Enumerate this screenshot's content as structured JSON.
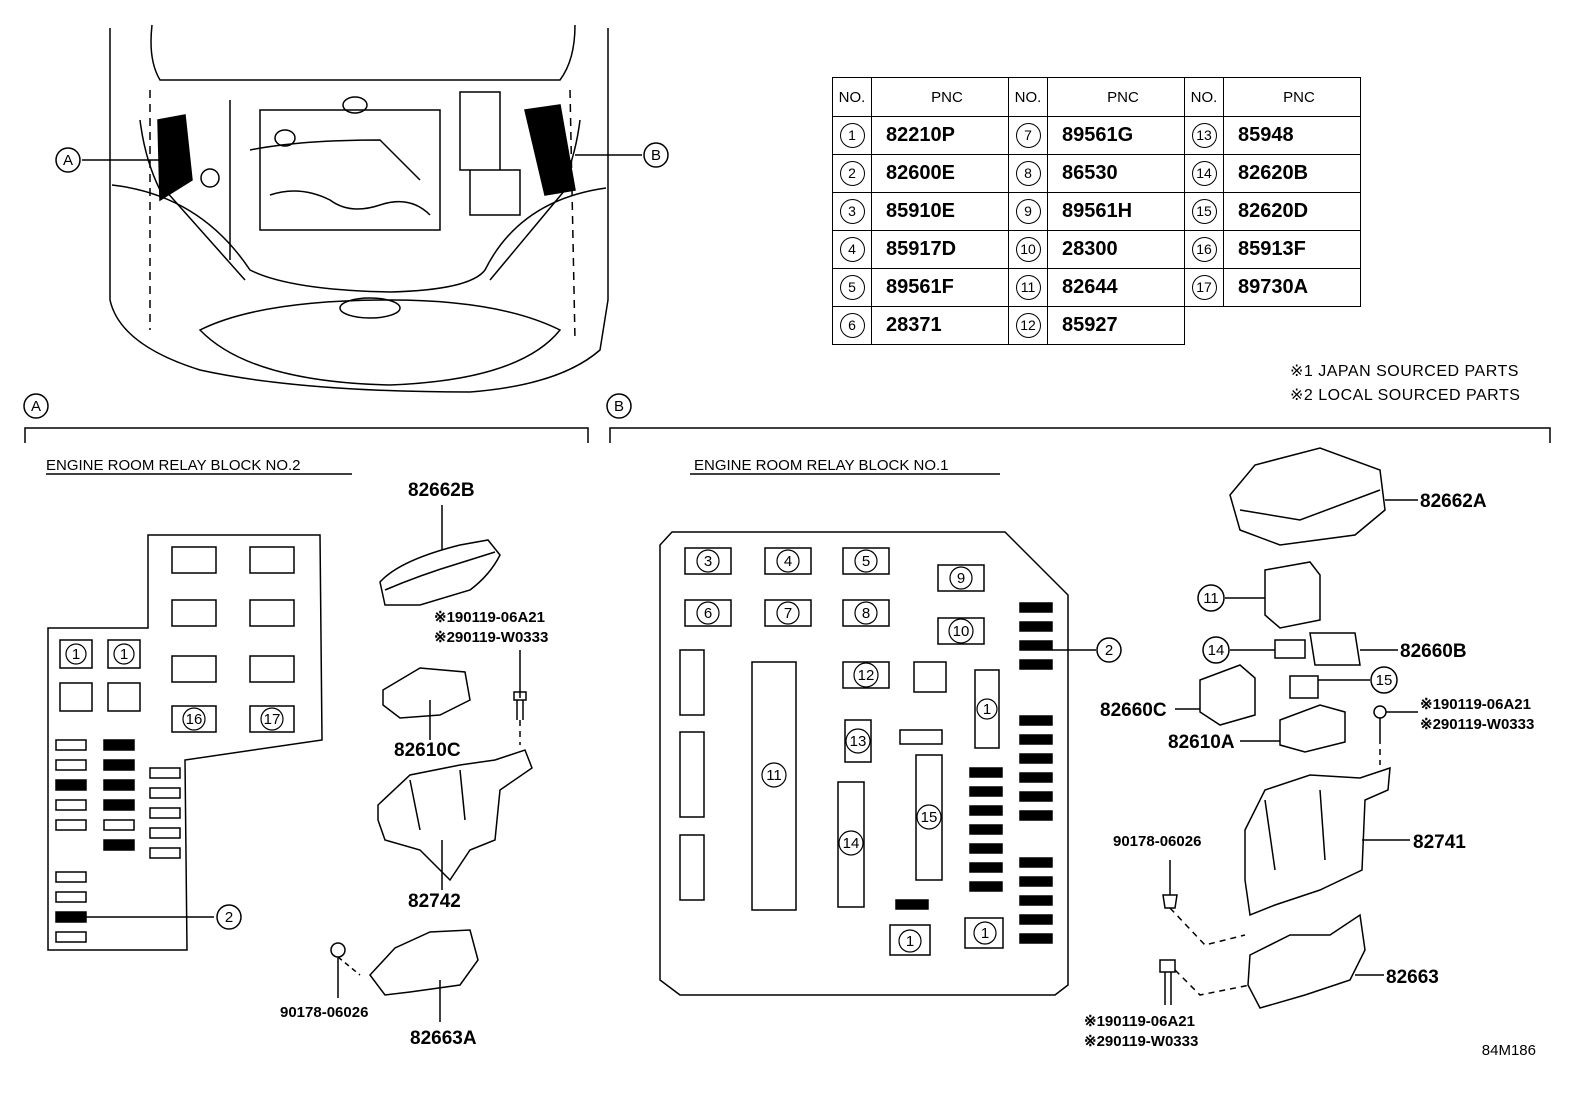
{
  "table": {
    "headers": [
      "NO.",
      "PNC",
      "NO.",
      "PNC",
      "NO.",
      "PNC"
    ],
    "rows": [
      [
        {
          "no": "1",
          "pnc": "82210P"
        },
        {
          "no": "7",
          "pnc": "89561G"
        },
        {
          "no": "13",
          "pnc": "85948"
        }
      ],
      [
        {
          "no": "2",
          "pnc": "82600E"
        },
        {
          "no": "8",
          "pnc": "86530"
        },
        {
          "no": "14",
          "pnc": "82620B"
        }
      ],
      [
        {
          "no": "3",
          "pnc": "85910E"
        },
        {
          "no": "9",
          "pnc": "89561H"
        },
        {
          "no": "15",
          "pnc": "82620D"
        }
      ],
      [
        {
          "no": "4",
          "pnc": "85917D"
        },
        {
          "no": "10",
          "pnc": "28300"
        },
        {
          "no": "16",
          "pnc": "85913F"
        }
      ],
      [
        {
          "no": "5",
          "pnc": "89561F"
        },
        {
          "no": "11",
          "pnc": "82644"
        },
        {
          "no": "17",
          "pnc": "89730A"
        }
      ],
      [
        {
          "no": "6",
          "pnc": "28371"
        },
        {
          "no": "12",
          "pnc": "85927"
        }
      ]
    ]
  },
  "notes": [
    "※1 JAPAN SOURCED PARTS",
    "※2 LOCAL SOURCED PARTS"
  ],
  "callouts": {
    "a": "A",
    "b": "B"
  },
  "sections": {
    "left_title": "ENGINE ROOM RELAY BLOCK NO.2",
    "right_title": "ENGINE ROOM RELAY BLOCK NO.1"
  },
  "parts": {
    "p82662B": "82662B",
    "p82610C": "82610C",
    "p82742": "82742",
    "p82663A": "82663A",
    "p90178_left": "90178-06026",
    "bolt_left_1": "※190119-06A21",
    "bolt_left_2": "※290119-W0333",
    "p82662A": "82662A",
    "p82660B": "82660B",
    "p82660C": "82660C",
    "p82610A": "82610A",
    "bolt_right_1": "※190119-06A21",
    "bolt_right_2": "※290119-W0333",
    "p82741": "82741",
    "p90178_right": "90178-06026",
    "p82663": "82663",
    "bolt_bottom_1": "※190119-06A21",
    "bolt_bottom_2": "※290119-W0333"
  },
  "circle_labels": {
    "left_block": [
      "1",
      "1",
      "16",
      "17",
      "2"
    ],
    "right_block": [
      "3",
      "4",
      "5",
      "9",
      "6",
      "7",
      "8",
      "10",
      "2",
      "12",
      "1",
      "11",
      "13",
      "15",
      "14",
      "1",
      "1"
    ],
    "exploded": [
      "11",
      "14",
      "15"
    ]
  },
  "diagram_code": "84M186"
}
